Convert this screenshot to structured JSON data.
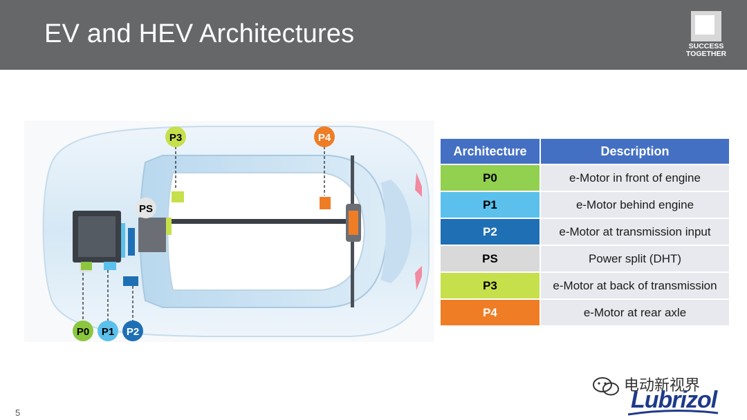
{
  "slide": {
    "title": "EV and HEV Architectures",
    "page_number": "5"
  },
  "brand": {
    "tagline_line1": "SUCCESS",
    "tagline_line2": "TOGETHER",
    "company": "Lubrizol",
    "watermark": "电动新视界"
  },
  "figure": {
    "labels": {
      "p0": "P0",
      "p1": "P1",
      "p2": "P2",
      "ps": "PS",
      "p3": "P3",
      "p4": "P4"
    }
  },
  "table": {
    "headers": [
      "Architecture",
      "Description"
    ],
    "rows": [
      {
        "code": "P0",
        "description": "e-Motor in front of engine",
        "bg": "#92d050",
        "fg": "#000000"
      },
      {
        "code": "P1",
        "description": "e-Motor behind engine",
        "bg": "#5bc0eb",
        "fg": "#000000"
      },
      {
        "code": "P2",
        "description": "e-Motor at transmission input",
        "bg": "#1f6fb5",
        "fg": "#ffffff"
      },
      {
        "code": "PS",
        "description": "Power split (DHT)",
        "bg": "#d9d9d9",
        "fg": "#000000"
      },
      {
        "code": "P3",
        "description": "e-Motor at back of transmission",
        "bg": "#c5e04b",
        "fg": "#000000"
      },
      {
        "code": "P4",
        "description": "e-Motor at rear axle",
        "bg": "#ef7d25",
        "fg": "#ffffff"
      }
    ]
  },
  "colors": {
    "header_bg": "#666769",
    "table_header": "#4470c4",
    "p0": "#8cc63f",
    "p1": "#5bc0eb",
    "p2": "#1f6fb5",
    "ps": "#d9d9d9",
    "p3": "#c5e04b",
    "p4": "#ef7d25"
  }
}
